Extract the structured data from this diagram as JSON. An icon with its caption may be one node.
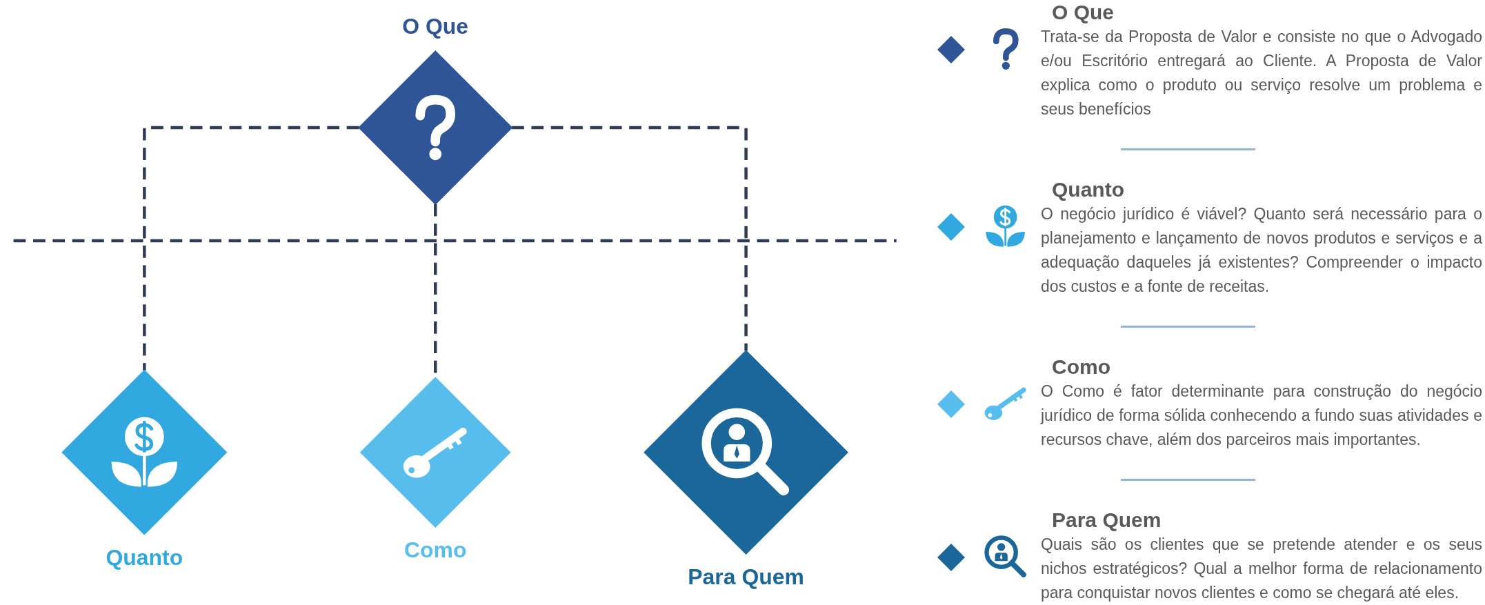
{
  "diagram": {
    "nodes": [
      {
        "text": [
          "O Que"
        ]
      },
      {
        "text": [
          "Quanto"
        ]
      },
      {
        "text": [
          "Como"
        ]
      },
      {
        "text": [
          "Para Quem"
        ]
      }
    ],
    "edges": [
      {
        "from": 0,
        "to": 1,
        "arrow": "none",
        "style": "dashed"
      },
      {
        "from": 0,
        "to": 2,
        "arrow": "none",
        "style": "dashed"
      },
      {
        "from": 0,
        "to": 3,
        "arrow": "none",
        "style": "dashed"
      }
    ],
    "labels": [
      "O Que",
      "Trata-se da Proposta de Valor e consiste no que o Advogado e/ou Escritório entregará ao Cliente. A Proposta de Valor explica como o produto ou serviço resolve um problema e seus benefícios",
      "Quanto",
      "O negócio jurídico é viável? Quanto será necessário para o planejamento e lançamento de novos produtos e serviços e a adequação daqueles já existentes? Compreender o impacto dos custos e a fonte de receitas.",
      "Como",
      "O Como é fator determinante para construção do negócio jurídico de forma sólida conhecendo a fundo suas atividades e recursos chave, além dos parceiros mais importantes.",
      "Para Quem",
      "Quais são os clientes que se pretende atender e os seus nichos estratégicos? Qual a melhor forma de relacionamento para conquistar novos clientes e como se chegará até eles."
    ]
  }
}
